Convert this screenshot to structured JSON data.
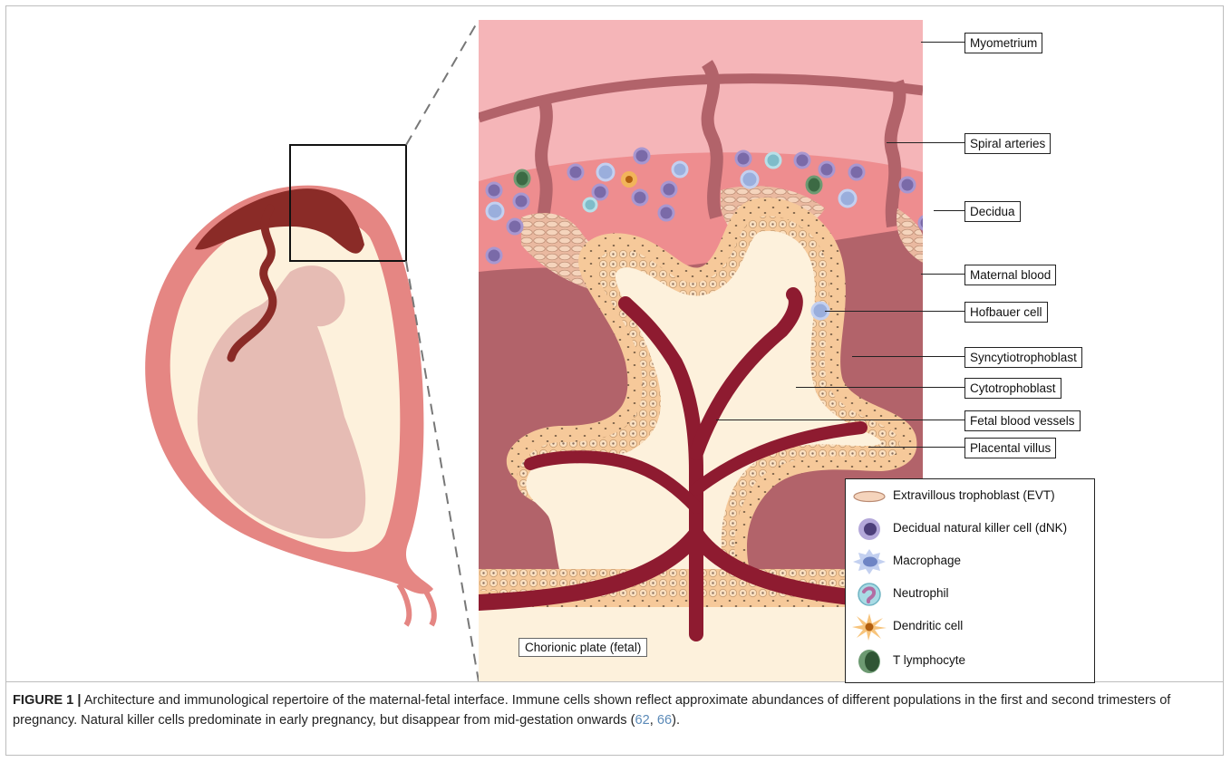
{
  "labels": {
    "myometrium": "Myometrium",
    "spiral_arteries": "Spiral arteries",
    "decidua": "Decidua",
    "maternal_blood": "Maternal blood",
    "hofbauer_cell": "Hofbauer cell",
    "syncytiotrophoblast": "Syncytiotrophoblast",
    "cytotrophoblast": "Cytotrophoblast",
    "fetal_blood_vessels": "Fetal blood vessels",
    "placental_villus": "Placental villus",
    "chorionic_plate": "Chorionic plate (fetal)"
  },
  "legend": [
    {
      "icon": "evt-icon",
      "label": "Extravillous trophoblast (EVT)"
    },
    {
      "icon": "dnk-cell-icon",
      "label": "Decidual natural killer cell (dNK)"
    },
    {
      "icon": "macrophage-icon",
      "label": "Macrophage"
    },
    {
      "icon": "neutrophil-icon",
      "label": "Neutrophil"
    },
    {
      "icon": "dendritic-cell-icon",
      "label": "Dendritic cell"
    },
    {
      "icon": "t-lymphocyte-icon",
      "label": "T lymphocyte"
    }
  ],
  "caption": {
    "tag": "FIGURE 1 |",
    "text_1": " Architecture and immunological repertoire of the maternal-fetal interface. Immune cells shown reflect approximate abundances of different populations in the first and second trimesters of pregnancy. Natural killer cells predominate in early pregnancy, but disappear from mid-gestation onwards (",
    "ref_1": "62",
    "sep": ", ",
    "ref_2": "66",
    "text_2": ")."
  },
  "colors": {
    "myometrium": "#f5b5b8",
    "decidua": "#ee8d8f",
    "maternal_blood": "#b2636a",
    "fetal_vessel": "#8e1b30",
    "trophoblast": "#f6c99a",
    "villus_core": "#fdf1dc",
    "chorionic_plate": "#fdf1dc",
    "uterus_wall": "#e58683",
    "placenta": "#8a2b27",
    "fetus": "#e6bcb4",
    "dnk": "#7a6aa8",
    "macrophage": "#9aaedc",
    "neutrophil": "#7fbcc9",
    "dendritic": "#f2b45a",
    "t_lymphocyte": "#3c6a44"
  }
}
